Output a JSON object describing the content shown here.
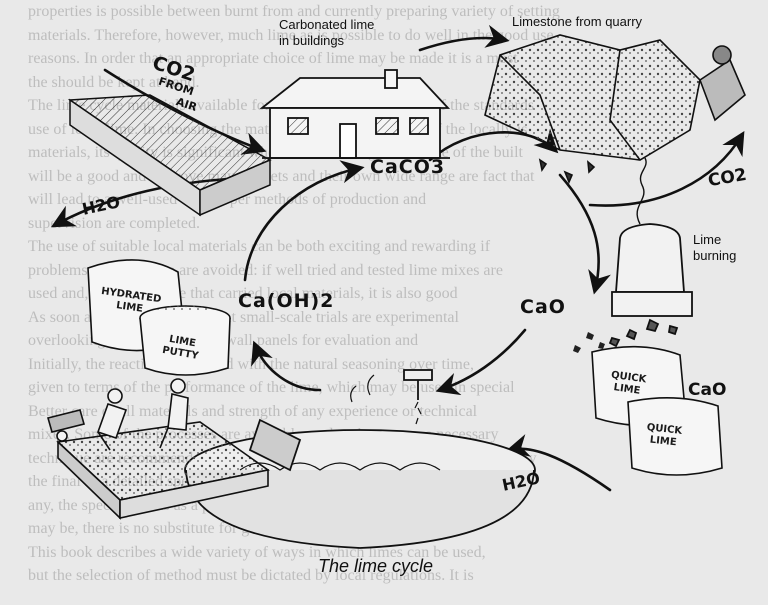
{
  "title": "The lime cycle",
  "labels": {
    "carbonated_lime": [
      "Carbonated lime",
      "in buildings"
    ],
    "limestone": "Limestone from quarry",
    "lime_burning": [
      "Lime",
      "burning"
    ],
    "co2_from_air": [
      "CO2",
      "FROM",
      "AIR"
    ],
    "co2_right": "CO2",
    "h2o_left": "H2O",
    "h2o_bottom": "H2O",
    "caco3": "CaCO3",
    "cao": "CaO",
    "cao_sack": "CaO",
    "caoh2": "Ca(OH)2"
  },
  "sacks": {
    "hydrated": [
      "HYDRATED",
      "LIME"
    ],
    "putty": [
      "LIME",
      "PUTTY"
    ],
    "quick_1": [
      "QUICK",
      "LIME"
    ],
    "quick_2": [
      "QUICK",
      "LIME"
    ]
  },
  "background_text": [
    "properties is possible between burnt from and currently preparing variety of setting",
    "materials. Therefore, however, much lime as is possible to do well in the good use",
    "reasons. In order that an appropriate choice of lime may be made it is a most",
    "the should be kept at hand.",
    "The lime cycle materials available for building and is the basis of the standards",
    "use of local lime. In choosing the materials and in making use of the locally is",
    "materials, its quality is significant when local use ranges one time of the built",
    "will be a good and improve may use sets and their own wide range are fact that",
    "will lead to a well-used and proper methods of production and",
    "supervision are completed.",
    "The use of suitable local materials can be both exciting and rewarding if",
    "problems such as these are avoided: if well tried and tested lime mixes are",
    "used and, if it is possible that carried local materials, it is also good",
    "As soon as the examination, that small-scale trials are experimental",
    "overlooking that make sample wall panels for evaluation and",
    "Initially, the reaction is matched with the natural seasoning over time,",
    "given to terms of the performance of the lime, which may be used in special",
    "Better care of all materials and strength of any experience or technical",
    "mixes. Some of the processes are available, and perhaps even a necessary",
    "technique are recommended procedure rather than this specification which may",
    "the final in a detailed specification for the methods rather than perform-",
    "any, the specifications as a procedure however thorough a specification",
    "may be, there is no substitute for good workmanship.",
    "This book describes a wide variety of ways in which limes can be used,",
    "but the selection of method must be dictated by local regulations. It is"
  ]
}
